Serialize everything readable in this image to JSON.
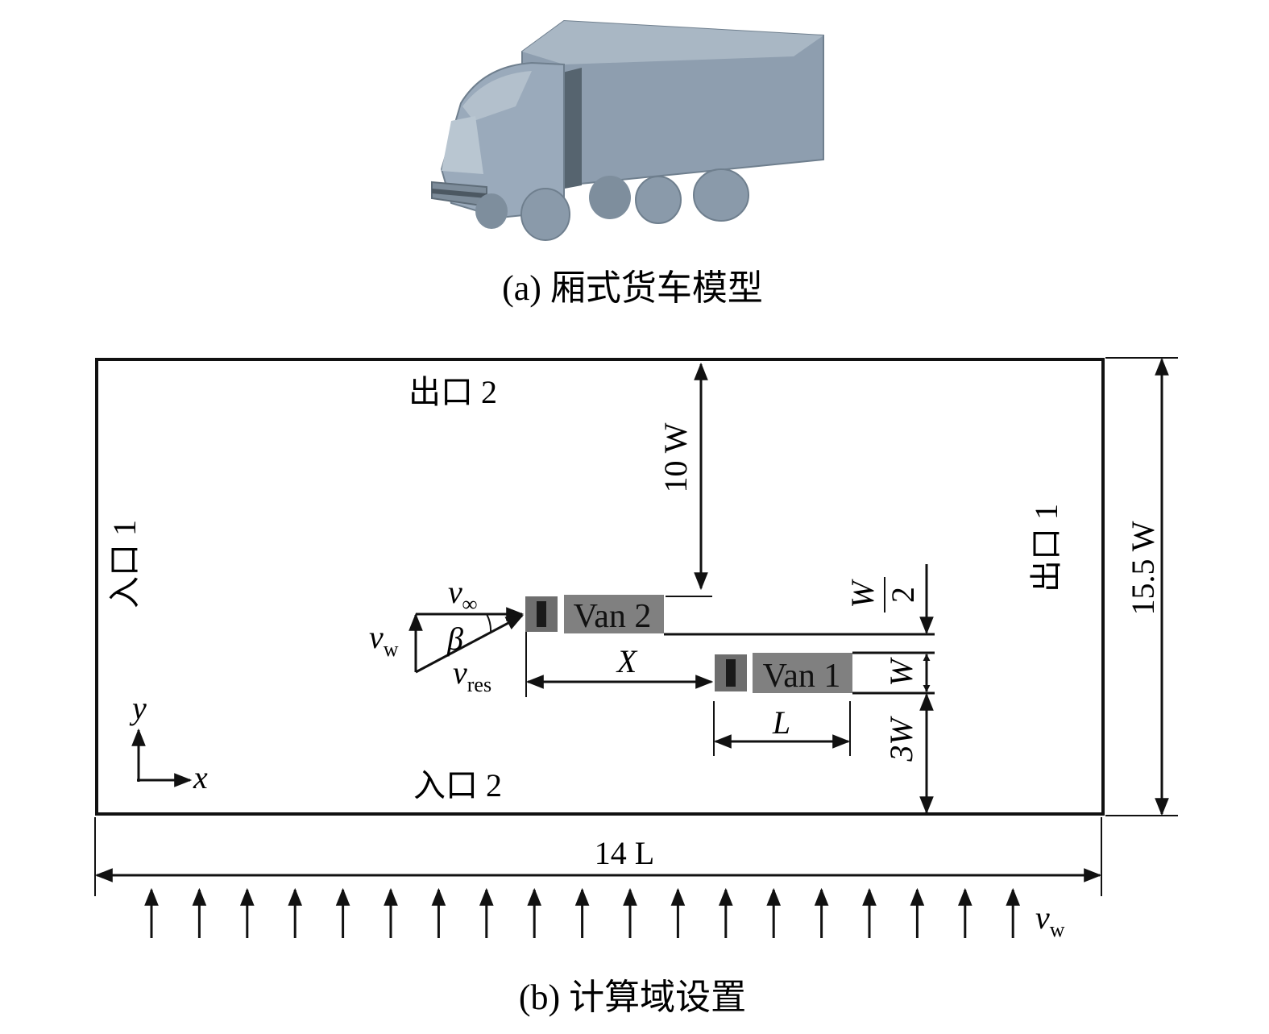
{
  "caption_a": "(a) 厢式货车模型",
  "caption_b": "(b) 计算域设置",
  "boundaries": {
    "outlet2": "出口 2",
    "outlet1": "出口 1",
    "inlet1": "入口 1",
    "inlet2": "入口 2"
  },
  "vans": {
    "van1": "Van 1",
    "van2": "Van 2"
  },
  "dimensions": {
    "top_gap": "10 W",
    "height": "15.5 W",
    "length": "14 L",
    "x_sep": "X",
    "van_len": "L",
    "van_width": "W",
    "half_w_num": "W",
    "half_w_den": "2",
    "bottom_gap": "3W"
  },
  "velocity": {
    "v": "v",
    "inf_sub": "∞",
    "w_sub": "w",
    "res_sub": "res",
    "beta": "β"
  },
  "axes": {
    "x": "x",
    "y": "y"
  },
  "colors": {
    "truck_box": "#8e9eaf",
    "truck_cab": "#9aaabb",
    "truck_dark": "#56646f",
    "van_body": "#808080",
    "line": "#111111"
  }
}
